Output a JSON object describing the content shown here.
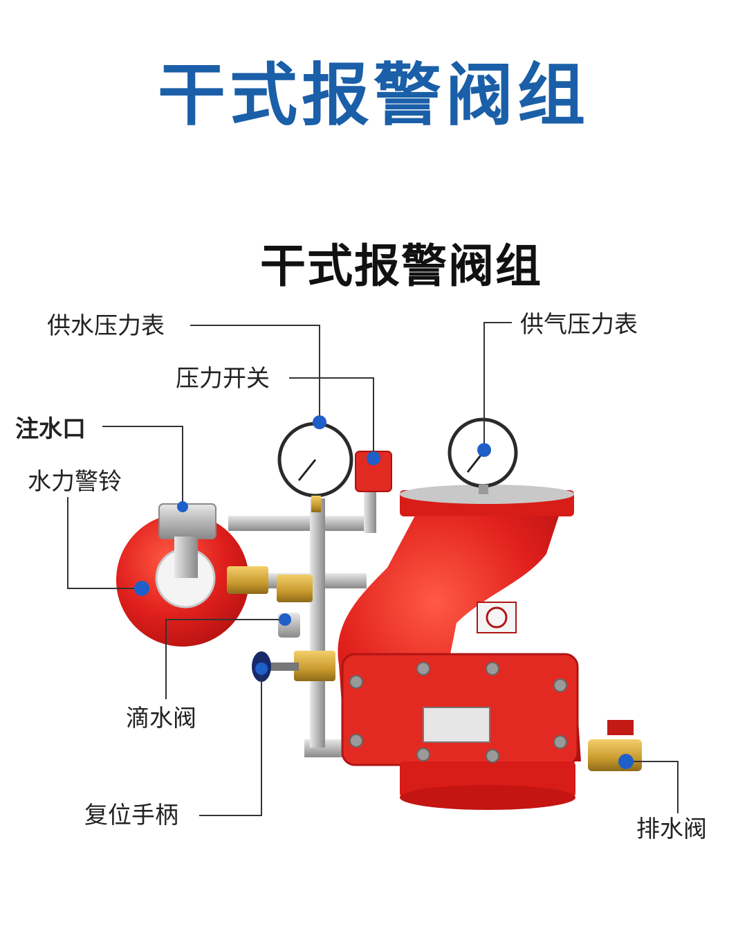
{
  "title": "干式报警阀组",
  "diagram_title": "干式报警阀组",
  "colors": {
    "title": "#1a5fa8",
    "valve_red": "#e0201c",
    "marker_blue": "#1f5fc8",
    "leader_line": "#333333"
  },
  "labels": {
    "supply_water_gauge": "供水压力表",
    "pressure_switch": "压力开关",
    "supply_air_gauge": "供气压力表",
    "water_inlet": "注水口",
    "water_motor_alarm": "水力警铃",
    "drip_valve": "滴水阀",
    "reset_handle": "复位手柄",
    "drain_valve": "排水阀"
  }
}
